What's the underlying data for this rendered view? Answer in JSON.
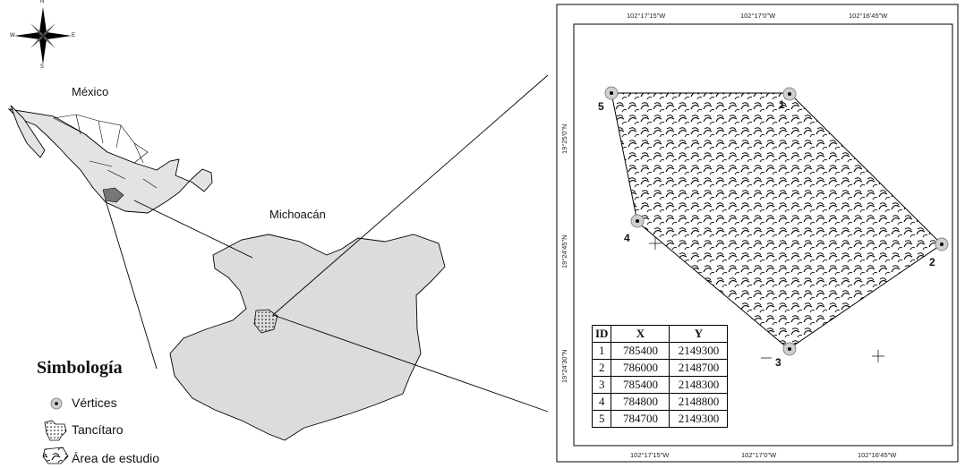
{
  "compass": {
    "n": "N",
    "s": "S",
    "e": "E",
    "w": "W"
  },
  "labels": {
    "mexico": "México",
    "michoacan": "Michoacán"
  },
  "legend": {
    "title": "Simbología",
    "items": [
      {
        "label": "Vértices",
        "icon": "vertex-icon"
      },
      {
        "label": "Tancítaro",
        "icon": "tancitaro-icon"
      },
      {
        "label": "Área de estudio",
        "icon": "study-area-icon"
      }
    ]
  },
  "inset": {
    "top_coords": [
      "102°17'15\"W",
      "102°17'0\"W",
      "102°16'45\"W"
    ],
    "bottom_coords": [
      "102°17'15\"W",
      "102°17'0\"W",
      "102°16'45\"W"
    ],
    "left_coords": [
      "19°25'0\"N",
      "19°24'45\"N",
      "19°24'30\"N"
    ],
    "vertex_labels": [
      "1",
      "2",
      "3",
      "4",
      "5"
    ]
  },
  "table": {
    "headers": [
      "ID",
      "X",
      "Y"
    ],
    "rows": [
      [
        "1",
        "785400",
        "2149300"
      ],
      [
        "2",
        "786000",
        "2148700"
      ],
      [
        "3",
        "785400",
        "2148300"
      ],
      [
        "4",
        "784800",
        "2148800"
      ],
      [
        "5",
        "784700",
        "2149300"
      ]
    ]
  },
  "colors": {
    "land": "#dcdcdc",
    "line": "#000000",
    "vertex": "#c8c8c8"
  }
}
